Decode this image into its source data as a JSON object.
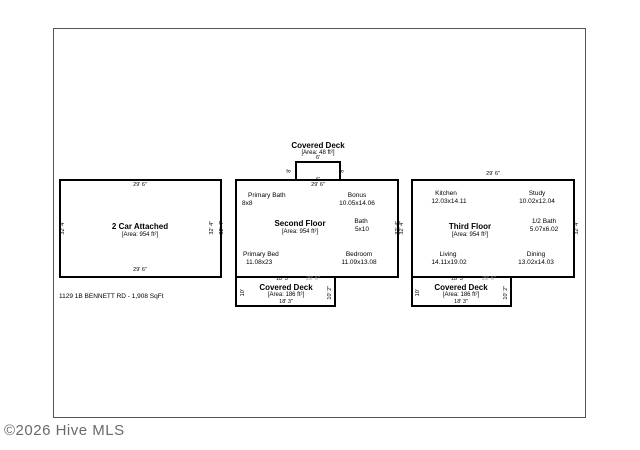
{
  "plan": {
    "garage": {
      "title": "2 Car Attached",
      "area": "[Area: 954 ft²]",
      "dim_top": "29' 6\"",
      "dim_bottom": "29' 6\"",
      "dim_left": "32' 4\"",
      "dim_right": "32' 4\""
    },
    "covered_deck_top": {
      "title": "Covered Deck",
      "area": "[Area: 48 ft²]",
      "dim_top": "6'",
      "dim_bottom": "6'",
      "dim_left": "8'",
      "dim_right": "8'"
    },
    "second_floor": {
      "title": "Second Floor",
      "area": "[Area: 954 ft²]",
      "dim_top": "29' 6\"",
      "dim_left": "32' 4\"",
      "dim_right": "32' 4\"",
      "rooms": [
        {
          "name": "Primary Bath",
          "size": "8x8"
        },
        {
          "name": "Bonus",
          "size": "10.05x14.06"
        },
        {
          "name": "Bath",
          "size": "5x10"
        },
        {
          "name": "Primary Bed",
          "size": "11.08x23"
        },
        {
          "name": "Bedroom",
          "size": "11.09x13.08"
        }
      ]
    },
    "deck_left": {
      "title": "Covered Deck",
      "area": "[Area: 186 ft²]",
      "dim_top": "18' 3\"",
      "dim_top_gray": "29' 6\"",
      "dim_bottom": "18' 3\"",
      "dim_left": "10'",
      "dim_right": "10' 2\""
    },
    "third_floor": {
      "title": "Third Floor",
      "area": "[Area: 954 ft²]",
      "dim_top": "29' 6\"",
      "dim_left": "32' 4\"",
      "dim_right": "32' 4\"",
      "rooms": [
        {
          "name": "Kitchen",
          "size": "12.03x14.11"
        },
        {
          "name": "Study",
          "size": "10.02x12.04"
        },
        {
          "name": "1/2 Bath",
          "size": "5.07x6.02"
        },
        {
          "name": "Living",
          "size": "14.11x19.02"
        },
        {
          "name": "Dining",
          "size": "13.02x14.03"
        }
      ]
    },
    "deck_right": {
      "title": "Covered Deck",
      "area": "[Area: 186 ft²]",
      "dim_top": "18' 3\"",
      "dim_top_gray": "29' 6\"",
      "dim_bottom": "18' 3\"",
      "dim_left": "10'",
      "dim_right": "10' 2\""
    },
    "footer": "1129 1B BENNETT RD - 1,908 SqFt"
  },
  "watermark": "©2026 Hive MLS"
}
